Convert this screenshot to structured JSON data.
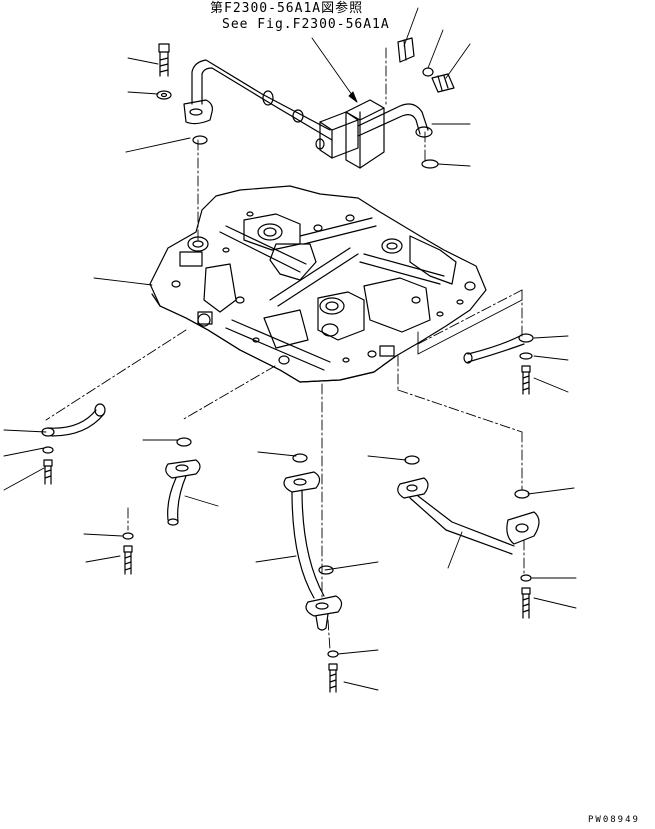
{
  "reference": {
    "japanese": "第F2300-56A1A図参照",
    "english": "See Fig.F2300-56A1A"
  },
  "drawing_code": "PW08949",
  "colors": {
    "ink": "#000000",
    "paper": "#ffffff"
  }
}
